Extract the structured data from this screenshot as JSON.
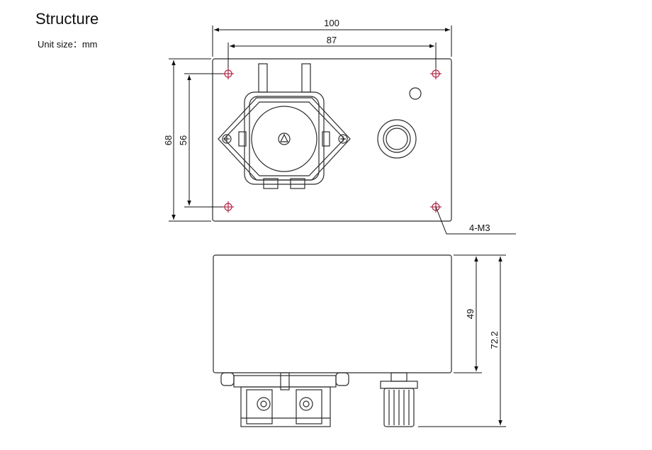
{
  "header": {
    "title": "Structure",
    "unit_note": "Unit size：mm"
  },
  "dimensions": {
    "overall_width": "100",
    "hole_spacing_width": "87",
    "overall_height": "68",
    "hole_spacing_height": "56",
    "holes": "4-M3",
    "body_depth": "49",
    "total_depth": "72.2"
  },
  "colors": {
    "outline": "#2b2b2b",
    "mount_hole": "#b02a4a"
  }
}
